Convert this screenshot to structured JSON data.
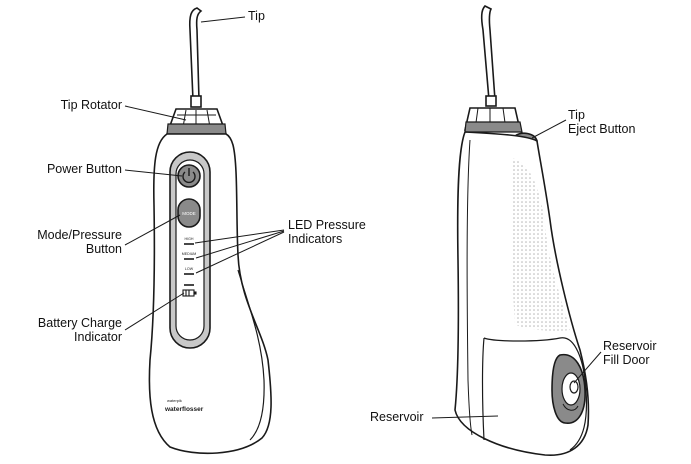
{
  "labels": {
    "tip": "Tip",
    "tip_rotator": "Tip Rotator",
    "power_button": "Power Button",
    "mode_pressure_button_line1": "Mode/Pressure",
    "mode_pressure_button_line2": "Button",
    "led_pressure_indicators_line1": "LED Pressure",
    "led_pressure_indicators_line2": "Indicators",
    "battery_charge_indicator_line1": "Battery Charge",
    "battery_charge_indicator_line2": "Indicator",
    "tip_eject_button_line1": "Tip",
    "tip_eject_button_line2": "Eject Button",
    "reservoir_fill_door_line1": "Reservoir",
    "reservoir_fill_door_line2": "Fill Door",
    "reservoir": "Reservoir"
  },
  "device_marks": {
    "mode_button_text": "MODE",
    "high": "HIGH",
    "medium": "MEDIUM",
    "low": "LOW",
    "brand_small": "waterpik",
    "brand_large": "waterflosser"
  },
  "colors": {
    "stroke": "#1a1a1a",
    "panel_gray": "#c8c8c8",
    "dark_gray": "#8a8a8a",
    "dots": "#bdbdbd"
  }
}
